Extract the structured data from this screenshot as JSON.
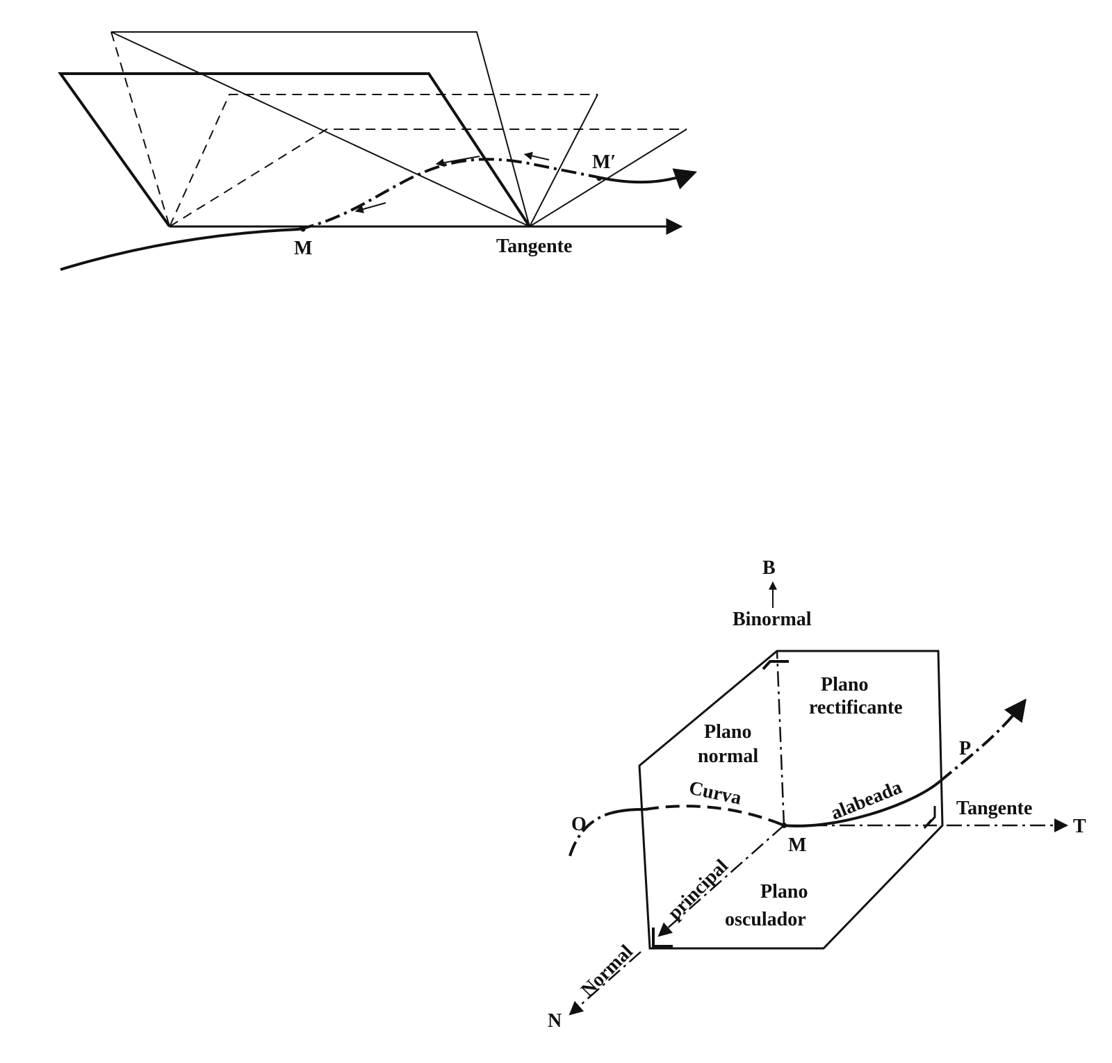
{
  "figure1": {
    "labels": {
      "point_m": "M",
      "point_m_prime": "M′",
      "tangent": "Tangente"
    }
  },
  "figure2": {
    "labels": {
      "b_axis": "B",
      "binormal": "Binormal",
      "plano_rect_1": "Plano",
      "plano_rect_2": "rectificante",
      "plano_norm_1": "Plano",
      "plano_norm_2": "normal",
      "curva": "Curva",
      "alabeada": "alabeada",
      "point_p": "P",
      "point_o": "O",
      "tangent": "Tangente",
      "t_axis": "T",
      "point_m": "M",
      "principal": "principal",
      "normal": "Normal",
      "n_axis": "N",
      "plano_osc_1": "Plano",
      "plano_osc_2": "osculador"
    }
  },
  "colors": {
    "ink": "#111111",
    "paper": "#ffffff"
  }
}
